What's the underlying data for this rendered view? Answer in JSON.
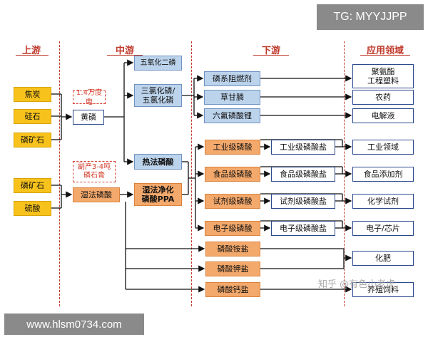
{
  "watermarks": {
    "top_right": "TG: MYYJJPP",
    "bottom_left": "www.hlsm0734.com",
    "zhihu": "知乎 @有色小老虎"
  },
  "headers": {
    "upstream": "上游",
    "midstream": "中游",
    "downstream": "下游",
    "application": "应用领域"
  },
  "upstream": {
    "coke": "焦炭",
    "silica": "硅石",
    "phosphate_rock_1": "磷矿石",
    "phosphate_rock_2": "磷矿石",
    "sulfuric_acid": "硫酸"
  },
  "midstream": {
    "electricity_note": "1.4万度电",
    "yellow_phosphorus": "黄磷",
    "byproduct_note": "副产3-4吨\n磷石膏",
    "wet_phosphoric_acid": "湿法磷酸",
    "p2o5": "五氧化二磷",
    "pcl3_pcl5": "三氯化磷/\n五氯化磷",
    "thermal_phosphoric_acid": "热法磷酸",
    "purified_ppa": "湿法净化\n磷酸PPA"
  },
  "downstream": {
    "flame_retardant": "磷系阻燃剂",
    "glyphosate": "草甘膦",
    "lipf6": "六氟磷酸锂",
    "industrial_acid": "工业级磷酸",
    "food_acid": "食品级磷酸",
    "reagent_acid": "试剂级磷酸",
    "electronic_acid": "电子级磷酸",
    "industrial_salt": "工业级磷酸盐",
    "food_salt": "食品级磷酸盐",
    "reagent_salt": "试剂级磷酸盐",
    "electronic_salt": "电子级磷酸盐",
    "ammonium_phosphate": "磷酸铵盐",
    "potassium_phosphate": "磷酸钾盐",
    "calcium_phosphate": "磷酸钙盐"
  },
  "applications": {
    "polyester": "聚氨酯\n工程塑料",
    "pesticide": "农药",
    "electrolyte": "电解液",
    "industrial_field": "工业领域",
    "food_additive": "食品添加剂",
    "chemical_reagent": "化学试剂",
    "electronics_chips": "电子/芯片",
    "fertilizer": "化肥",
    "feed_additive": "养殖饲料"
  },
  "colors": {
    "yellow": "#f7c21c",
    "blue": "#bcd3ec",
    "orange": "#f4a96c",
    "accent_red": "#c0392b",
    "arrow": "#111111"
  }
}
